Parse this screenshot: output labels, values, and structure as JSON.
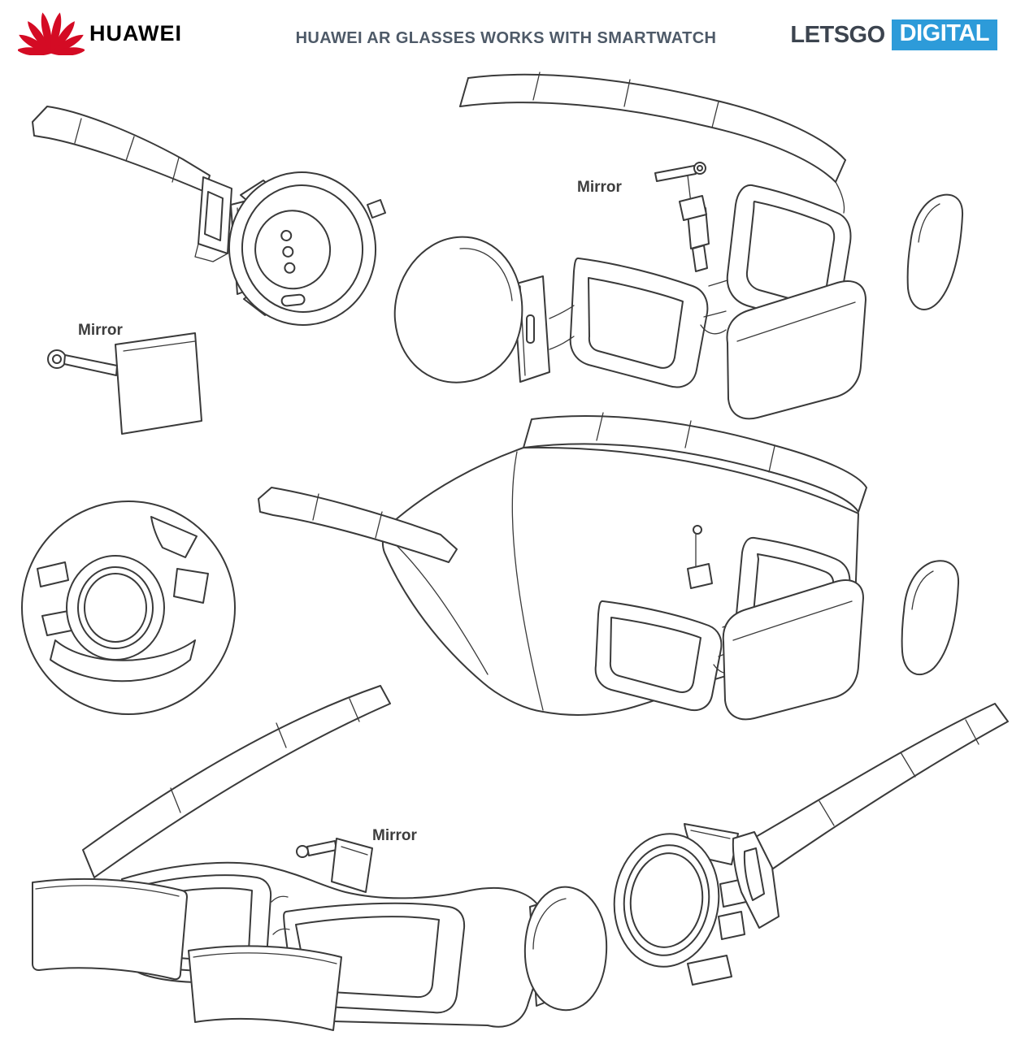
{
  "header": {
    "brand": "HUAWEI",
    "title": "HUAWEI AR GLASSES WORKS WITH SMARTWATCH",
    "publisher": {
      "letsgo": "LETSGO",
      "digital": "DIGITAL"
    }
  },
  "annotations": {
    "mirror_top": "Mirror",
    "mirror_left": "Mirror",
    "mirror_bottom": "Mirror"
  },
  "icons": {
    "huawei_flower": "huawei-flower-icon"
  },
  "colors": {
    "huawei_red": "#d40b24",
    "title_text": "#4e5a68",
    "letsgo_text": "#3c444f",
    "digital_bg": "#2d9bd9",
    "digital_text": "#ffffff",
    "line_art": "#3a3a3a"
  }
}
